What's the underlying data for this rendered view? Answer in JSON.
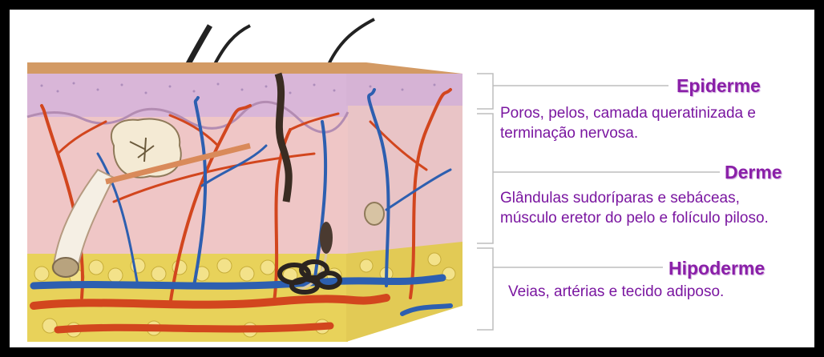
{
  "labels": [
    {
      "title": "Epiderme",
      "description": "Poros, pelos, camada queratinizada e terminação nervosa."
    },
    {
      "title": "Derme",
      "description": "Glândulas sudoríparas e sebáceas, músculo eretor do pelo e folículo piloso."
    },
    {
      "title": "Hipoderme",
      "description": "Veias, artérias e tecido adiposo."
    }
  ],
  "colors": {
    "label_text": "#8a1fa8",
    "artery": "#d2461e",
    "vein": "#2d5fb0",
    "fat": "#e8d25a",
    "dermis": "#efc6c6",
    "epidermis": "#d9b6d8"
  }
}
